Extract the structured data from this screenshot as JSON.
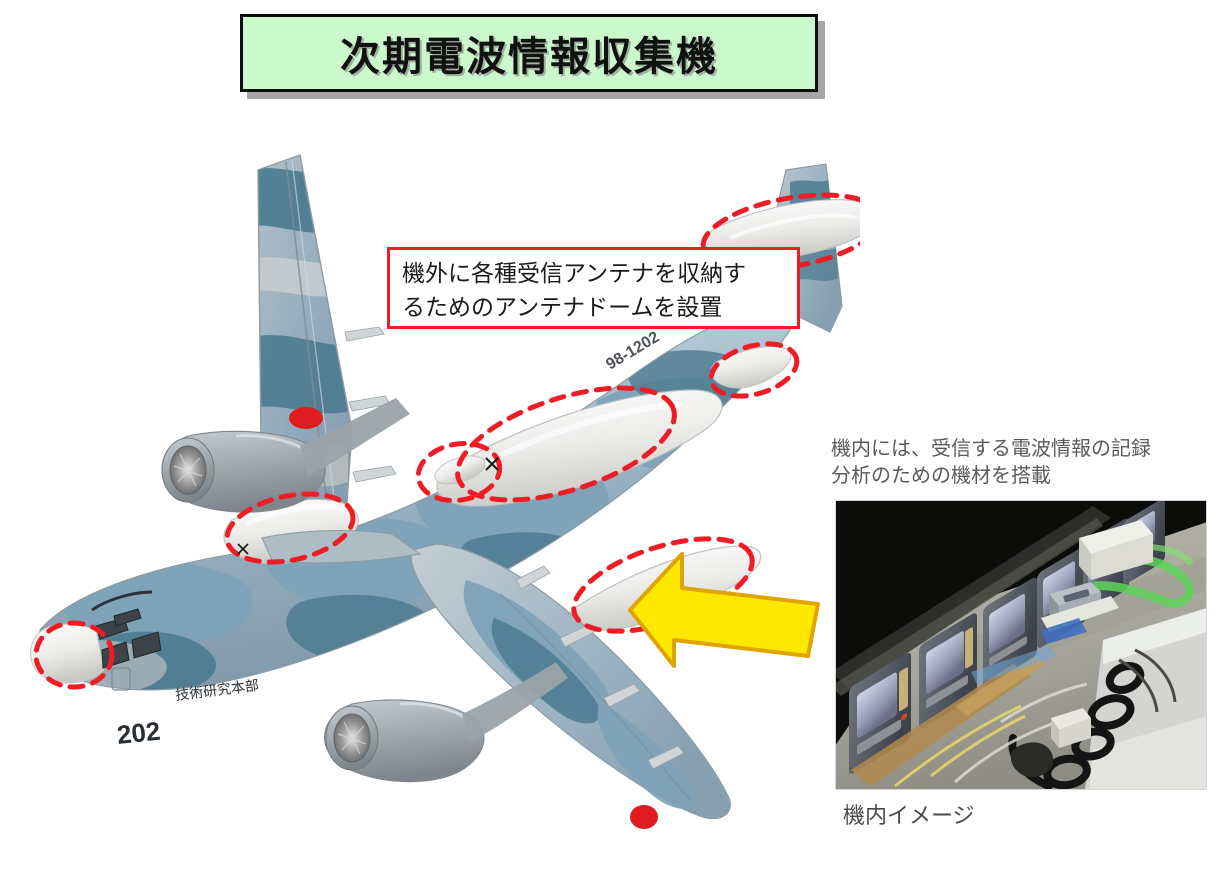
{
  "slide": {
    "title": "次期電波情報収集機",
    "background_color": "#ffffff",
    "title_box_color": "#ccf9cc",
    "title_border_color": "#0d0d0d"
  },
  "callouts": [
    {
      "id": "antenna-dome-note",
      "border_color": "#ee1c24",
      "lines": [
        "機外に各種受信アンテナを収納す",
        "るためのアンテナドームを設置"
      ]
    },
    {
      "id": "interior-equipment-note",
      "text_color": "#5a5a5a",
      "lines": [
        "機内には、受信する電波情報の記録",
        "分析のための機材を搭載"
      ]
    }
  ],
  "photo": {
    "caption": "機内イメージ",
    "description": "aircraft-cabin-consoles-photo"
  },
  "aircraft": {
    "nose_marking": "技術研究本部",
    "nose_number": "202",
    "tail_number": "98-1202",
    "roundel_color": "#e01b22",
    "camo_light": "#a9c2d2",
    "camo_mid": "#7ea2b8",
    "camo_dark": "#4c7b90",
    "camo_gray": "#b9bfc2",
    "dome_color": "#e9eae6",
    "highlight_circle_color": "#ee1c24",
    "highlighted_domes": [
      "nose-radome",
      "forward-left-fuselage-dome",
      "mid-ventral-dome",
      "dorsal-canoe-dome",
      "lower-right-canoe-dome",
      "rear-right-dome",
      "tail-top-dome"
    ]
  },
  "arrow": {
    "direction": "left",
    "fill": "#ffe800",
    "stroke": "#e0a400"
  }
}
